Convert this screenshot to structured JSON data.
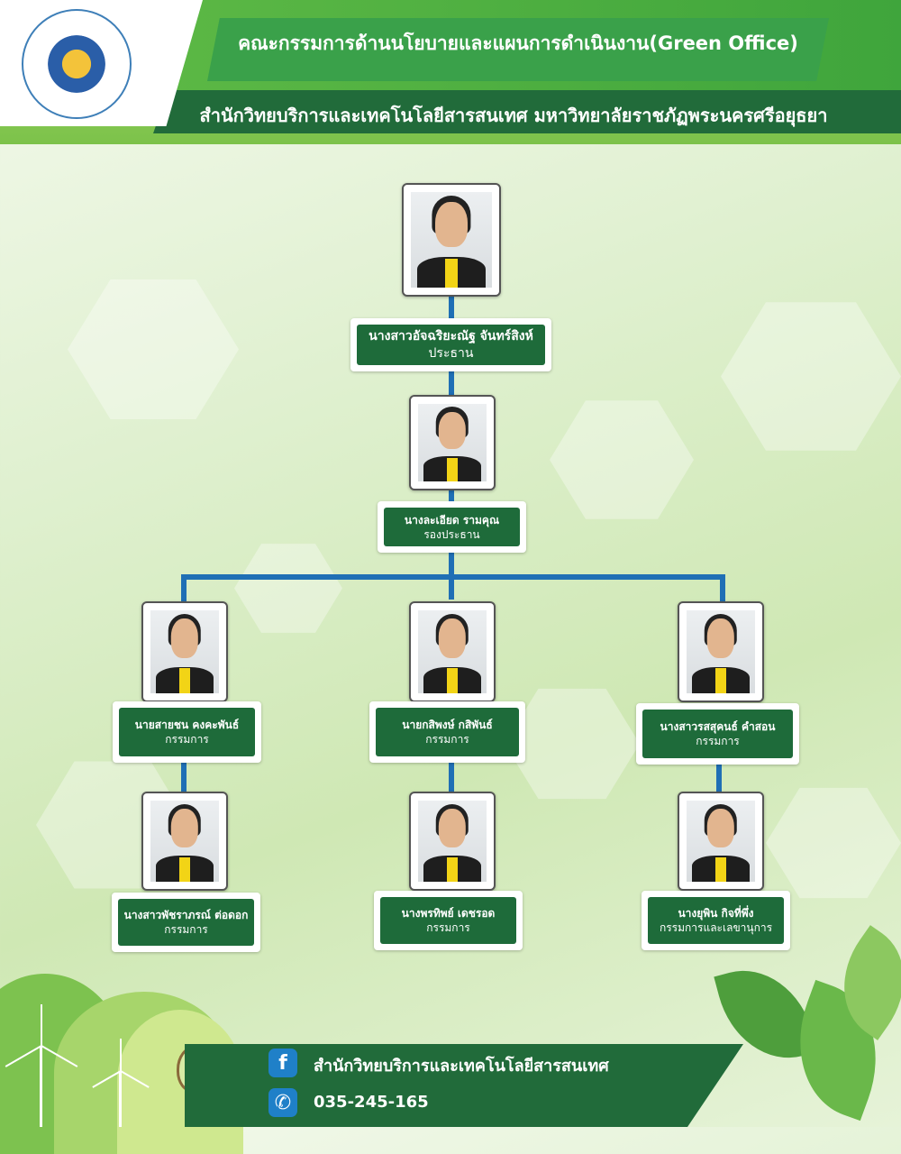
{
  "header": {
    "title": "คณะกรรมการด้านนโยบายและแผนการดำเนินงาน(Green Office)",
    "subtitle": "สำนักวิทยบริการและเทคโนโลยีสารสนเทศ มหาวิทยาลัยราชภัฏพระนครศรีอยุธยา"
  },
  "colors": {
    "dark_green": "#1e6b3a",
    "accent_green": "#3aa14a",
    "connector": "#1f6fb5",
    "shirt": "#f2d416"
  },
  "org": {
    "chair": {
      "name": "นางสาวอัจฉริยะณัฐ จันทร์สิงห์",
      "role": "ประธาน"
    },
    "vice": {
      "name": "นางละเอียด รามคุณ",
      "role": "รองประธาน"
    },
    "members": [
      {
        "name": "นายสายชน คงคะพันธ์",
        "role": "กรรมการ"
      },
      {
        "name": "นายกสิพงษ์ กสิพันธ์",
        "role": "กรรมการ"
      },
      {
        "name": "นางสาวรสสุคนธ์ คำสอน",
        "role": "กรรมการ"
      },
      {
        "name": "นางสาวพัชราภรณ์ ต่อดอก",
        "role": "กรรมการ"
      },
      {
        "name": "นางพรทิพย์ เดชรอด",
        "role": "กรรมการ"
      },
      {
        "name": "นางยุพิน กิจที่พึ่ง",
        "role": "กรรมการและเลขานุการ"
      }
    ]
  },
  "footer": {
    "facebook_icon": "facebook-icon",
    "phone_icon": "phone-icon",
    "page_name": "สำนักวิทยบริการและเทคโนโลยีสารสนเทศ",
    "phone": "035-245-165"
  }
}
